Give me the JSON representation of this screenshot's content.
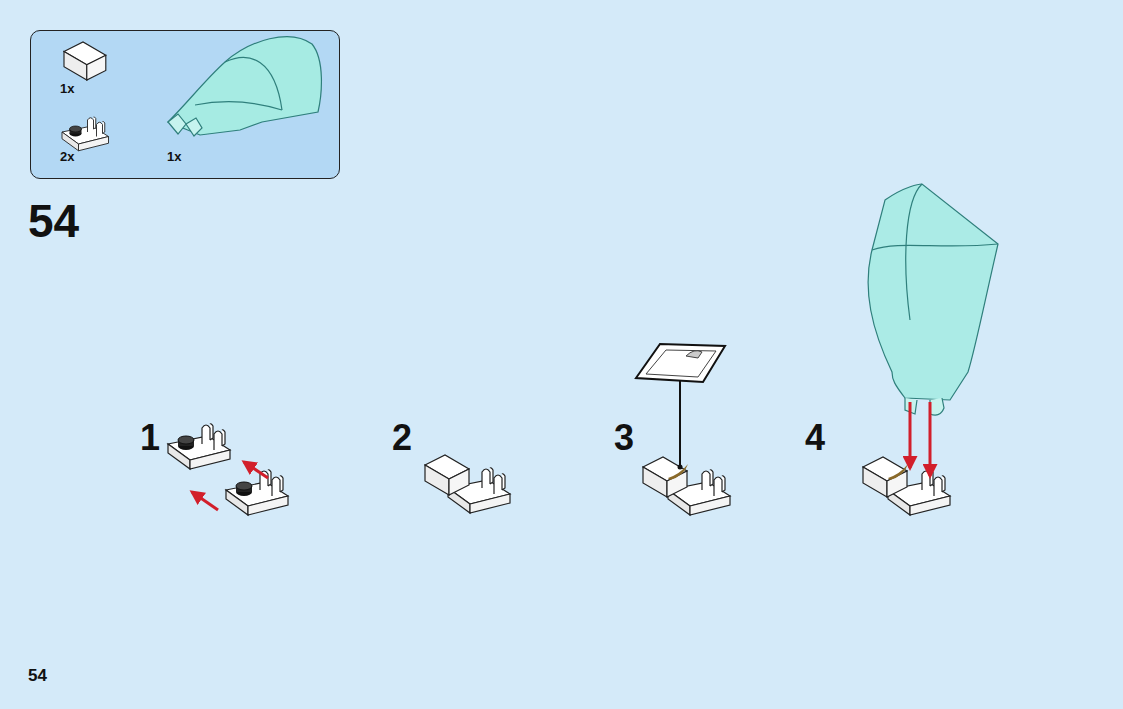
{
  "diagram": {
    "nodes": [
      {
        "text": [
          "1x",
          "2x",
          "1x"
        ]
      }
    ],
    "labels": [
      "54",
      "1",
      "2",
      "3",
      "4",
      "54"
    ]
  }
}
